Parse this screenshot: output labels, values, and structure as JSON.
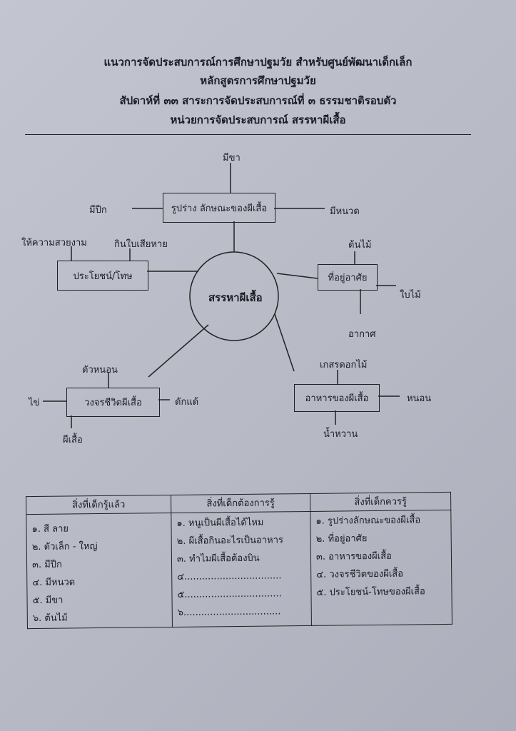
{
  "header": {
    "line1": "แนวการจัดประสบการณ์การศึกษาปฐมวัย  สำหรับศูนย์พัฒนาเด็กเล็ก",
    "line2": "หลักสูตรการศึกษาปฐมวัย",
    "line3": "สัปดาห์ที่  ๓๓  สาระการจัดประสบการณ์ที่  ๓  ธรรมชาติรอบตัว",
    "line4": "หน่วยการจัดประสบการณ์  สรรหาผีเสื้อ"
  },
  "diagram": {
    "center": "สรรหาผีเสื้อ",
    "shape": {
      "box": "รูปร่าง ลักษณะของผีเสื้อ",
      "top": "มีขา",
      "left": "มีปีก",
      "right": "มีหนวด"
    },
    "benefit": {
      "box": "ประโยชน์/โทษ",
      "a": "ให้ความสวยงาม",
      "b": "กินใบเสียหาย"
    },
    "habitat": {
      "box": "ที่อยู่อาศัย",
      "top": "ต้นไม้",
      "right": "ใบไม้",
      "bottom": "อากาศ"
    },
    "lifecycle": {
      "box": "วงจรชีวิตผีเสื้อ",
      "top": "ตัวหนอน",
      "left": "ไข่",
      "right": "ดักแด้",
      "bottom": "ผีเสื้อ"
    },
    "food": {
      "box": "อาหารของผีเสื้อ",
      "top": "เกสรดอกไม้",
      "right": "หนอน",
      "bottom": "น้ำหวาน"
    }
  },
  "table": {
    "headers": [
      "สิ่งที่เด็กรู้แล้ว",
      "สิ่งที่เด็กต้องการรู้",
      "สิ่งที่เด็กควรรู้"
    ],
    "col1": [
      "๑. สี ลาย",
      "๒. ตัวเล็ก - ใหญ่",
      "๓. มีปีก",
      "๔. มีหนวด",
      "๕. มีขา",
      "๖. ต้นไม้"
    ],
    "col2": [
      "๑. หนูเป็นผีเสื้อได้ไหม",
      "๒. ผีเสื้อกินอะไรเป็นอาหาร",
      "๓. ทำไมผีเสื้อต้องบิน",
      "๔.................................",
      "๕.................................",
      "๖................................."
    ],
    "col3": [
      "๑. รูปร่างลักษณะของผีเสื้อ",
      "๒. ที่อยู่อาศัย",
      "๓. อาหารของผีเสื้อ",
      "๔. วงจรชีวิตของผีเสื้อ",
      "๕. ประโยชน์-โทษของผีเสื้อ"
    ]
  }
}
